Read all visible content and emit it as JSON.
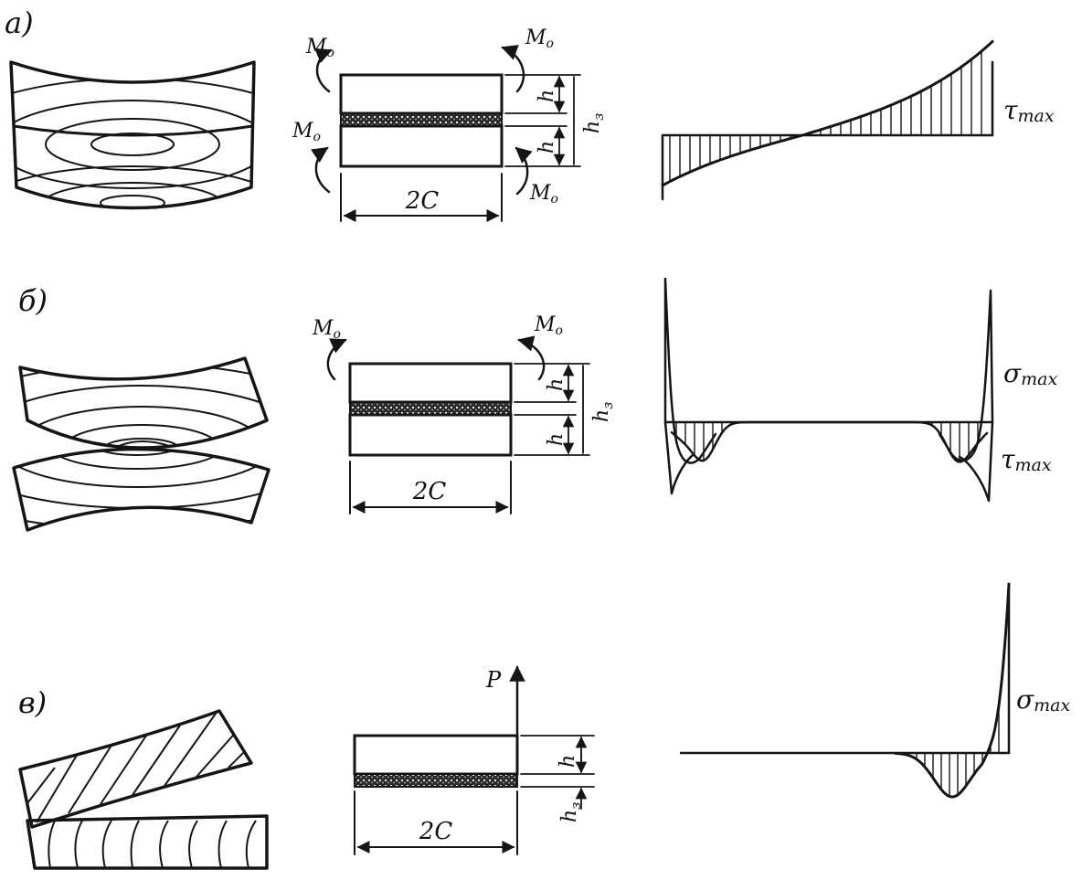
{
  "panels": [
    {
      "label": "а)",
      "dims": {
        "width": "2C",
        "h_top": "h",
        "h_bot": "h",
        "h_glue": "h",
        "h_glue_sub": "з"
      },
      "moments": [
        "M",
        "M",
        "M",
        "M"
      ],
      "moment_sub": "o",
      "curves": [
        {
          "sym": "τ",
          "sub": "max"
        }
      ]
    },
    {
      "label": "б)",
      "dims": {
        "width": "2C",
        "h_top": "h",
        "h_bot": "h",
        "h_glue": "h",
        "h_glue_sub": "з"
      },
      "moments": [
        "M",
        "M"
      ],
      "moment_sub": "o",
      "curves": [
        {
          "sym": "σ",
          "sub": "max"
        },
        {
          "sym": "τ",
          "sub": "max"
        }
      ]
    },
    {
      "label": "в)",
      "dims": {
        "width": "2C",
        "h_top": "h",
        "h_glue": "h",
        "h_glue_sub": "з"
      },
      "force": "P",
      "curves": [
        {
          "sym": "σ",
          "sub": "max"
        }
      ]
    }
  ]
}
